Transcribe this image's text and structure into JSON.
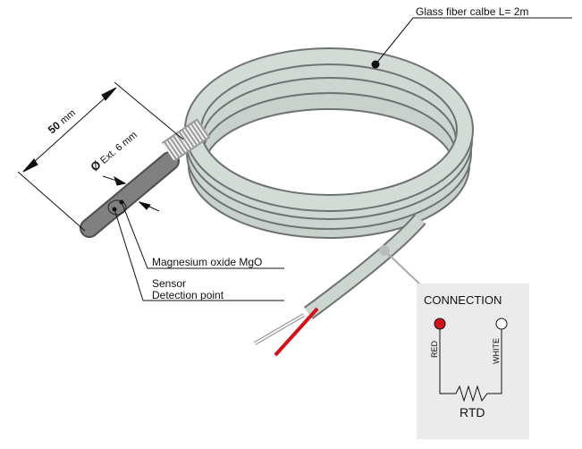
{
  "labels": {
    "cable": "Glass fiber calbe L= 2m",
    "length_value": "50",
    "length_unit": "mm",
    "diameter_symbol": "Ø",
    "diameter": "Ext. 6 mm",
    "mgo": "Magnesium oxide MgO",
    "sensor_line1": "Sensor",
    "sensor_line2": "Detection point"
  },
  "connection": {
    "title": "CONNECTION",
    "wire_left": "RED",
    "wire_right": "WHITE",
    "component": "RTD"
  },
  "colors": {
    "cable": "#c9d1cd",
    "probe": "#7a7a7a",
    "red_wire": "#d0121b",
    "panel": "#ebebeb"
  }
}
